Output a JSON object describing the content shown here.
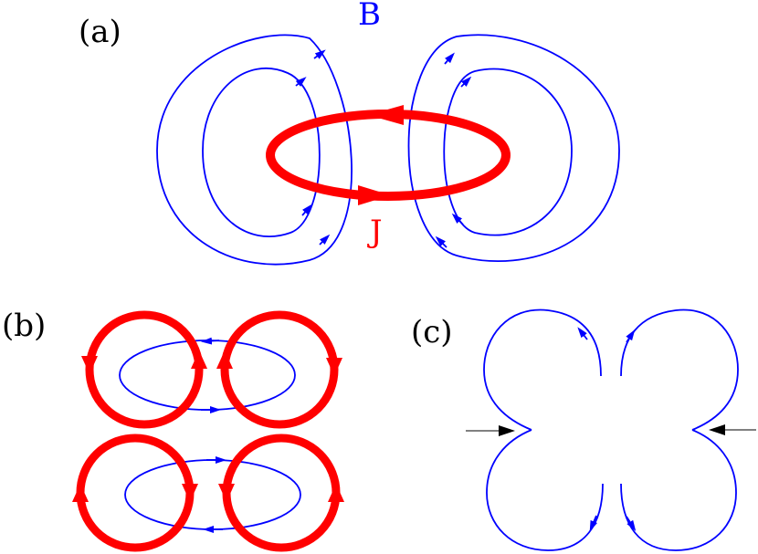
{
  "panels": {
    "a": {
      "label": "(a)",
      "field_label": "B",
      "current_label": "J"
    },
    "b": {
      "label": "(b)"
    },
    "c": {
      "label": "(c)"
    }
  },
  "colors": {
    "field_lines": "#0000ff",
    "current": "#ff0000",
    "arrows_c": "#000000",
    "background": "#ffffff"
  }
}
